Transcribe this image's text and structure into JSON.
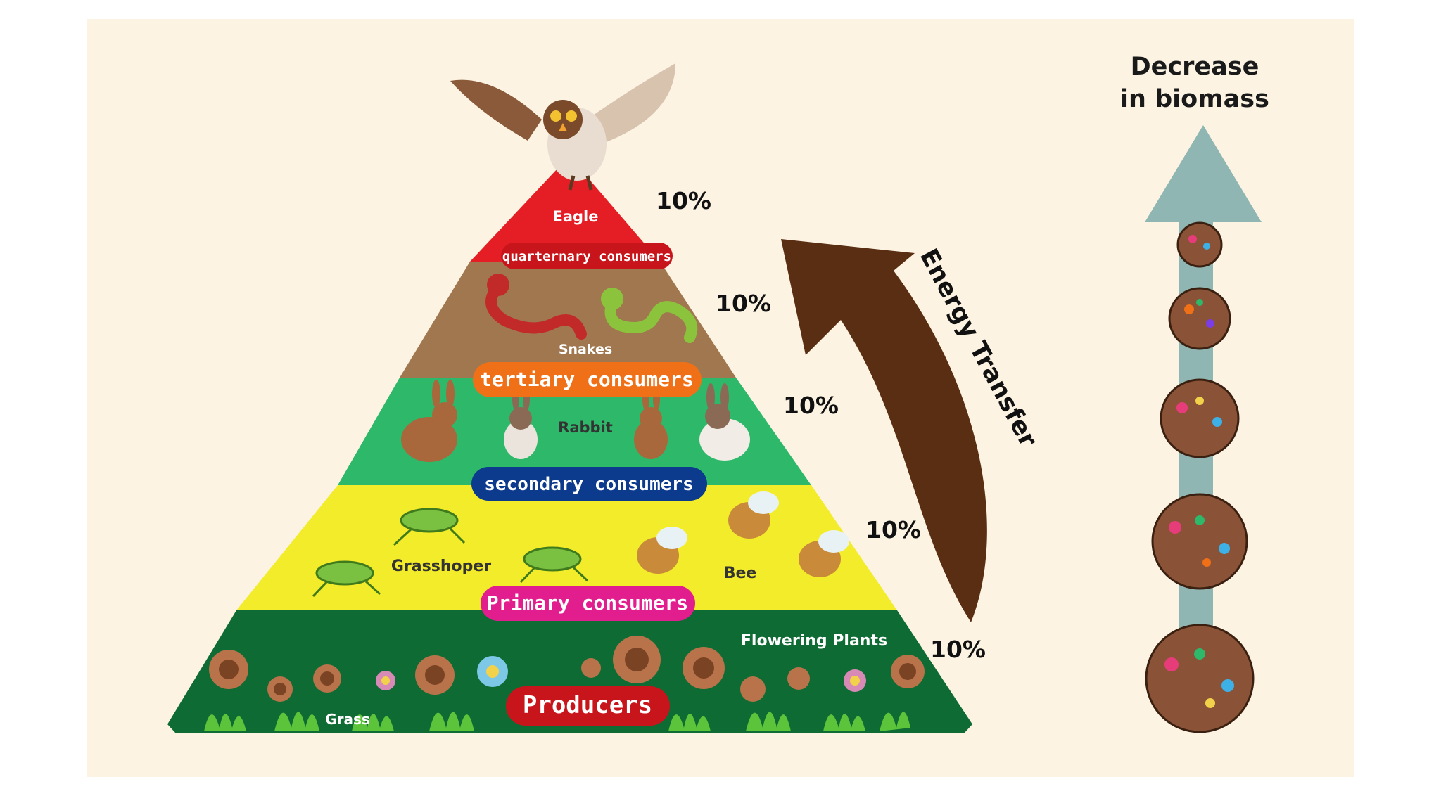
{
  "pyramid": {
    "levels": [
      {
        "id": "eagle",
        "organism": "Eagle",
        "tier": "quarternary consumers",
        "efficiency": "10%",
        "fill": "#e41e24",
        "pill_color": "#c8151b"
      },
      {
        "id": "snakes",
        "organism": "Snakes",
        "tier": "tertiary  consumers",
        "efficiency": "10%",
        "fill": "#a0774f",
        "pill_color": "#f07018"
      },
      {
        "id": "rabbit",
        "organism": "Rabbit",
        "tier": "secondary consumers",
        "efficiency": "10%",
        "fill": "#2eb86a",
        "pill_color": "#0c3a8c"
      },
      {
        "id": "insects",
        "organism_left": "Grasshoper",
        "organism_right": "Bee",
        "tier": "Primary consumers",
        "efficiency": "10%",
        "fill": "#f3ec2a",
        "pill_color": "#e21e8e"
      },
      {
        "id": "producers",
        "organism_left": "Grass",
        "organism_right": "Flowering Plants",
        "tier": "Producers",
        "efficiency": "10%",
        "fill": "#0f6b34",
        "pill_color": "#c8151b"
      }
    ]
  },
  "energy_arrow": {
    "label": "Energy Transfer",
    "color": "#5a2e12"
  },
  "biomass": {
    "title_line1": "Decrease",
    "title_line2": "in biomass",
    "arrow_color": "#8fb6b2"
  }
}
